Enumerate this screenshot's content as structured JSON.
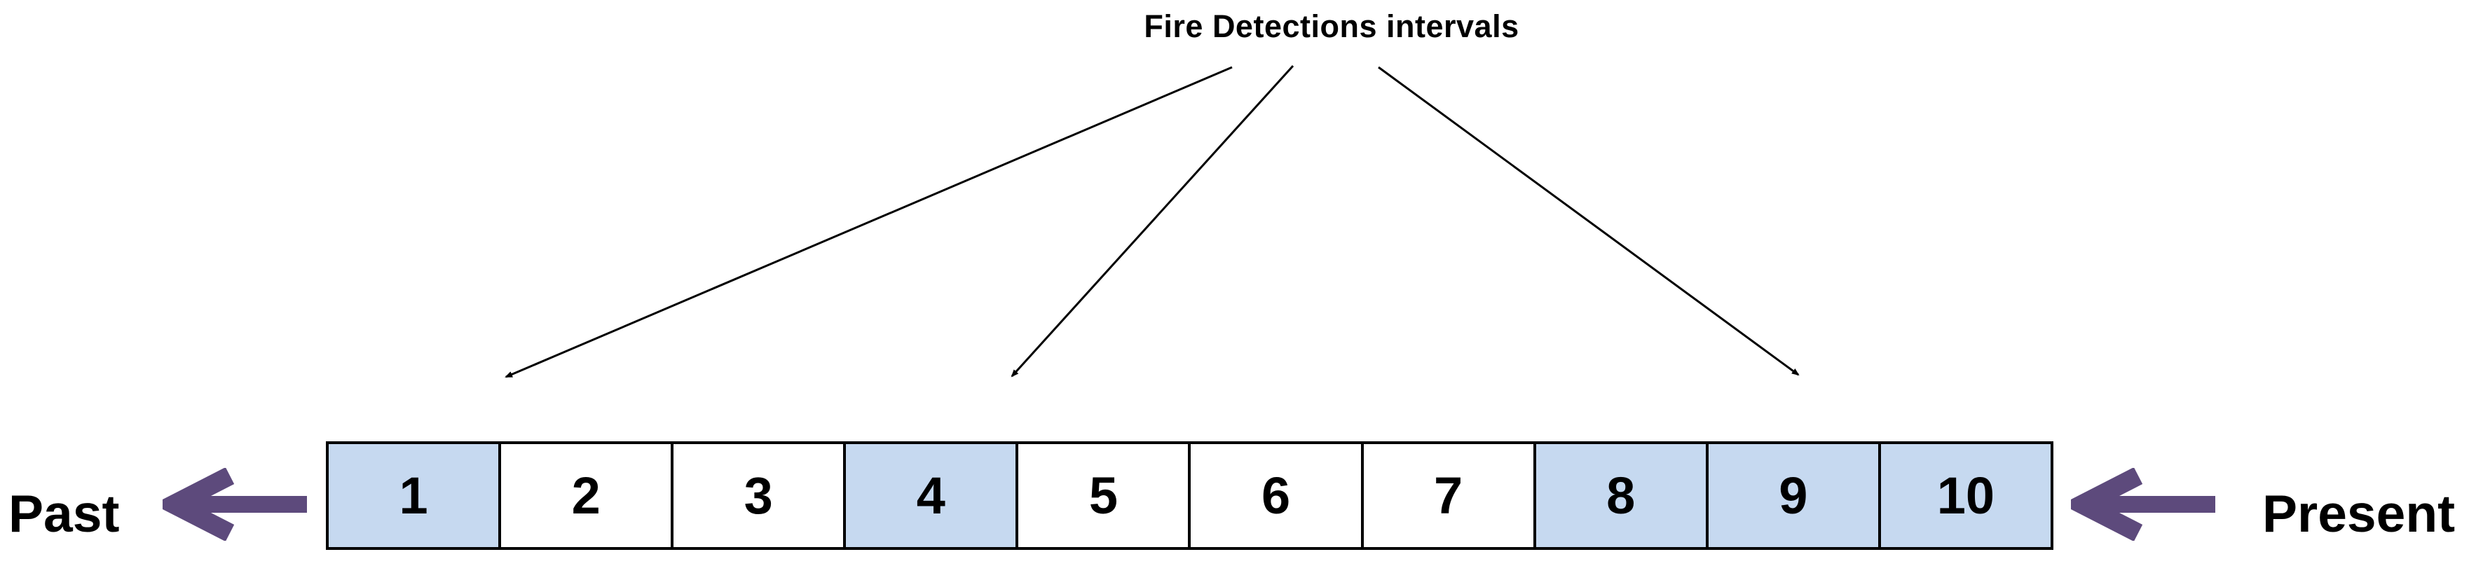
{
  "title": "Fire Detections intervals",
  "labels": {
    "past": "Past",
    "present": "Present"
  },
  "timeline": {
    "description": "Row of 10 sequential interval cells ordered from Past (left) to Present (right)",
    "cells": [
      {
        "label": "1",
        "highlighted": true
      },
      {
        "label": "2",
        "highlighted": false
      },
      {
        "label": "3",
        "highlighted": false
      },
      {
        "label": "4",
        "highlighted": true
      },
      {
        "label": "5",
        "highlighted": false
      },
      {
        "label": "6",
        "highlighted": false
      },
      {
        "label": "7",
        "highlighted": false
      },
      {
        "label": "8",
        "highlighted": true
      },
      {
        "label": "9",
        "highlighted": true
      },
      {
        "label": "10",
        "highlighted": true
      }
    ]
  },
  "icons": {
    "past_arrow": "left-arrow",
    "present_arrow": "left-arrow",
    "annotation_arrows": "thin-down-pointer"
  },
  "colors": {
    "highlight_blue": "#c6d9f0",
    "arrow_purple": "#5d4a7c",
    "ink_black": "#000000",
    "background": "#ffffff"
  }
}
